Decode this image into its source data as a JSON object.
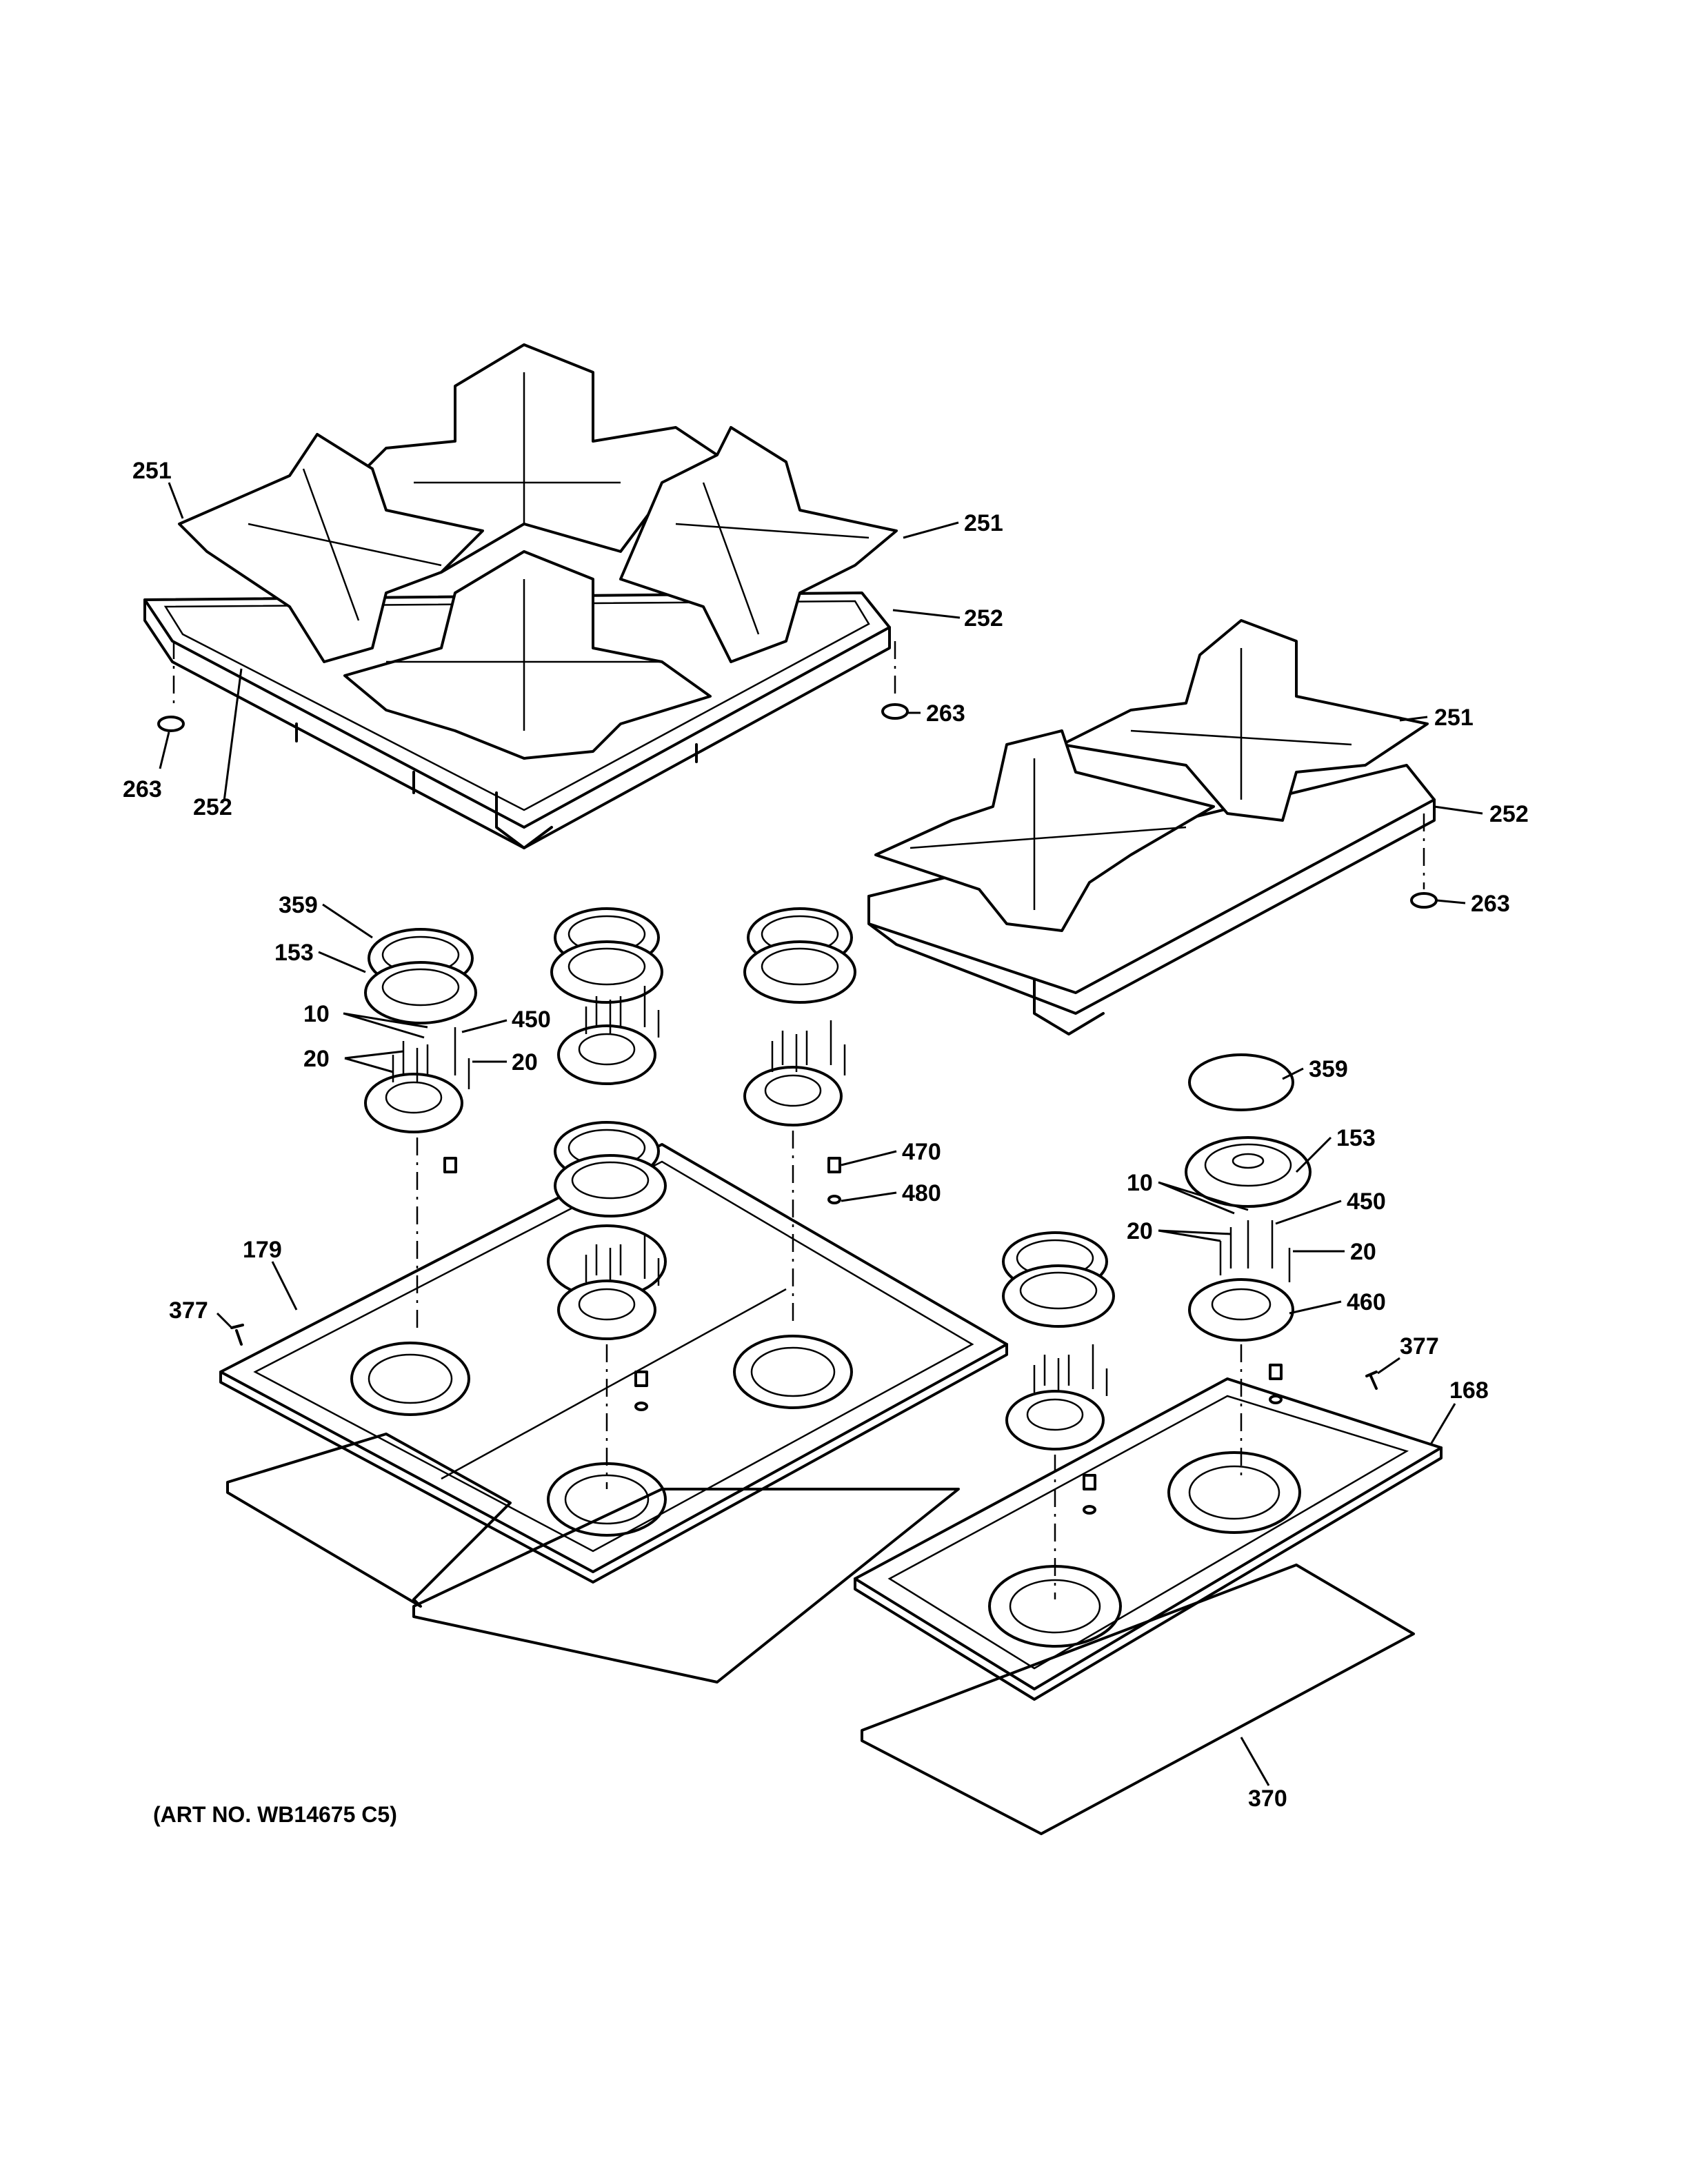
{
  "labels": {
    "grate": "251",
    "grate_support": "252",
    "foot": "263",
    "burner_cap": "359",
    "burner_head": "153",
    "screw_10": "10",
    "screw_20": "20",
    "orifice": "450",
    "part_470": "470",
    "part_480": "480",
    "burner_base": "460",
    "cooktop_left": "179",
    "cooktop_right": "168",
    "screw_377": "377",
    "insulation": "370"
  },
  "art_number": "(ART NO. WB14675 C5)"
}
